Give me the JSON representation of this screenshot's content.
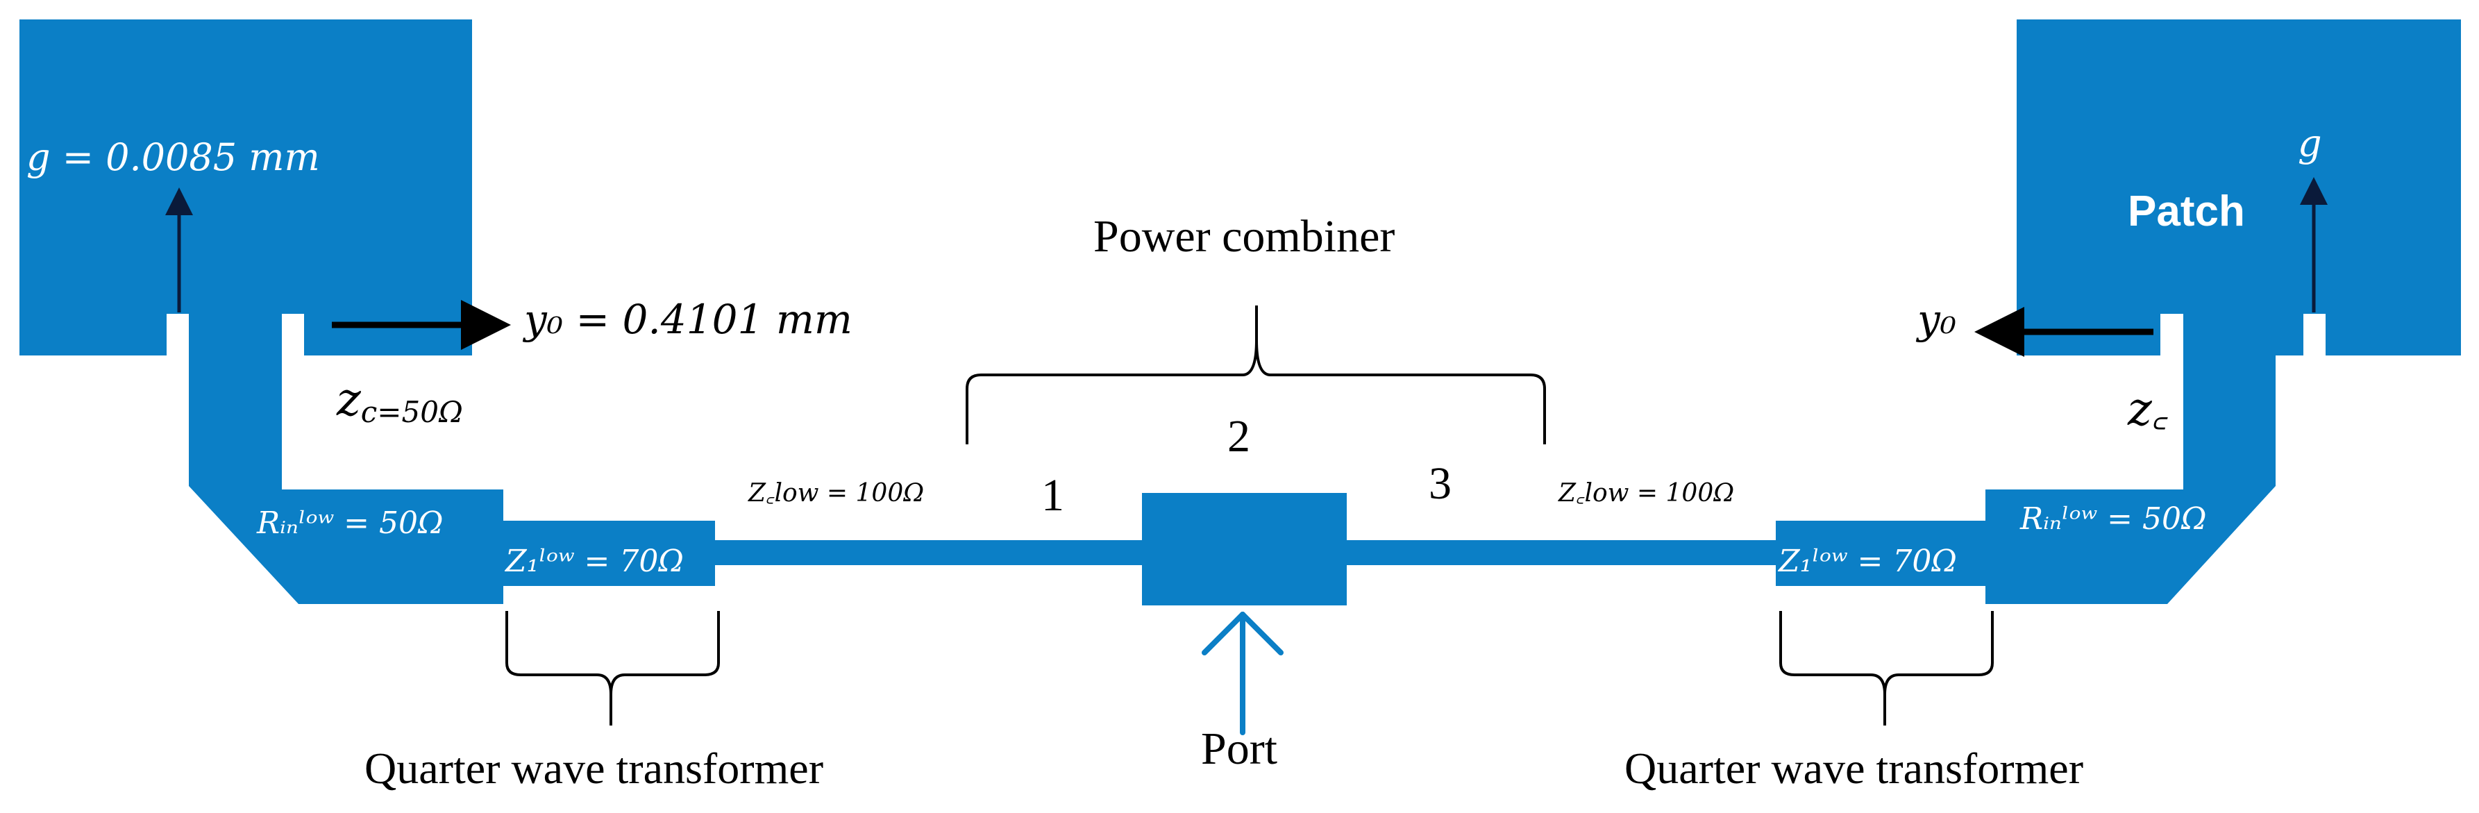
{
  "colors": {
    "metal": "#0b7fc6",
    "background": "#ffffff",
    "ink": "#000000",
    "label_on_metal": "#ffffff"
  },
  "labels": {
    "g_left": "g = 0.0085 mm",
    "y0_left": "y₀ = 0.4101 mm",
    "zc_left_main": "z",
    "zc_left_sub": "c=50Ω",
    "rin_left": "Rᵢₙˡᵒʷ  = 50Ω",
    "z1_left": "Z₁ˡᵒʷ  = 70Ω",
    "zc_low_left": "Z꜀low = 100Ω",
    "power_combiner": "Power combiner",
    "num_1": "1",
    "num_2": "2",
    "num_3": "3",
    "zc_low_right": "Z꜀low = 100Ω",
    "z1_right": "Z₁ˡᵒʷ  = 70Ω",
    "rin_right": "Rᵢₙˡᵒʷ  = 50Ω",
    "g_right": "g",
    "patch": "Patch",
    "y0_right": "y₀",
    "zc_right": "z꜀",
    "port": "Port",
    "qwt_left": "Quarter wave transformer",
    "qwt_right": "Quarter wave transformer"
  }
}
